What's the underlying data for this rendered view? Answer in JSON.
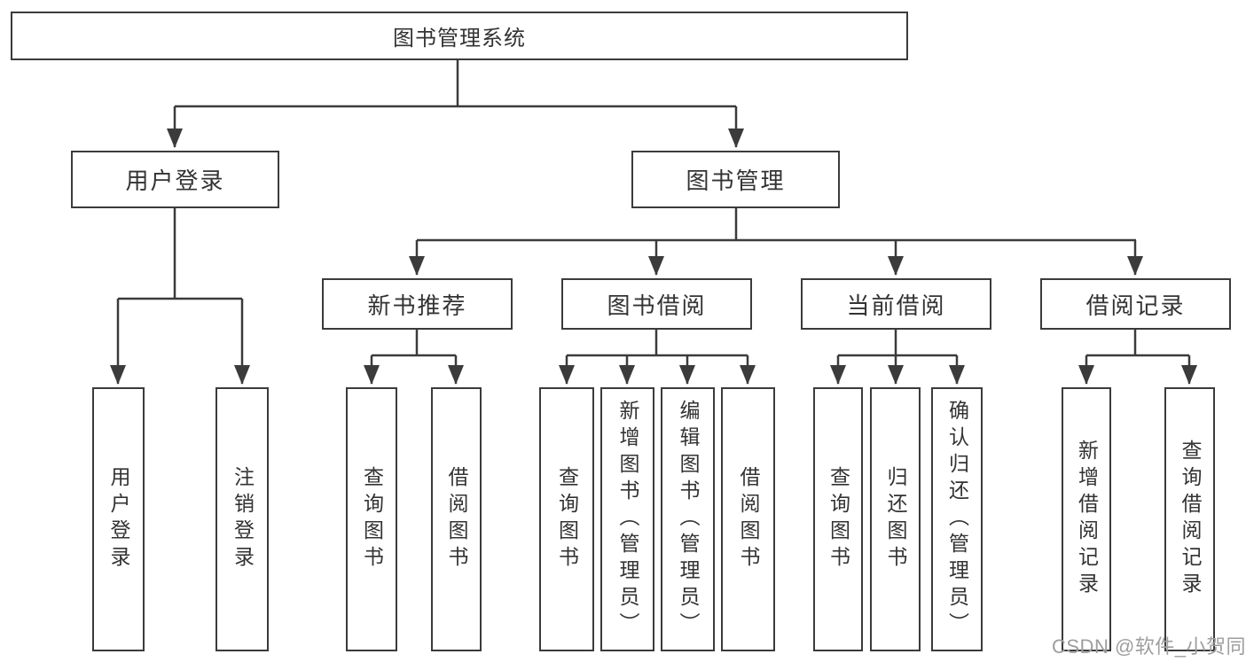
{
  "colors": {
    "line": "#3b3b3b",
    "text": "#333333",
    "watermark": "#9e9e9e",
    "background": "#ffffff"
  },
  "watermark": "CSDN @软件_小贺同学",
  "tree": {
    "label": "图书管理系统",
    "children": [
      {
        "label": "用户登录",
        "children": [
          {
            "label": "用户登录"
          },
          {
            "label": "注销登录"
          }
        ]
      },
      {
        "label": "图书管理",
        "children": [
          {
            "label": "新书推荐",
            "children": [
              {
                "label": "查询图书"
              },
              {
                "label": "借阅图书"
              }
            ]
          },
          {
            "label": "图书借阅",
            "children": [
              {
                "label": "查询图书"
              },
              {
                "label": "新增图书（管理员）"
              },
              {
                "label": "编辑图书（管理员）"
              },
              {
                "label": "借阅图书"
              }
            ]
          },
          {
            "label": "当前借阅",
            "children": [
              {
                "label": "查询图书"
              },
              {
                "label": "归还图书"
              },
              {
                "label": "确认归还（管理员）"
              }
            ]
          },
          {
            "label": "借阅记录",
            "children": [
              {
                "label": "新增借阅记录"
              },
              {
                "label": "查询借阅记录"
              }
            ]
          }
        ]
      }
    ]
  }
}
